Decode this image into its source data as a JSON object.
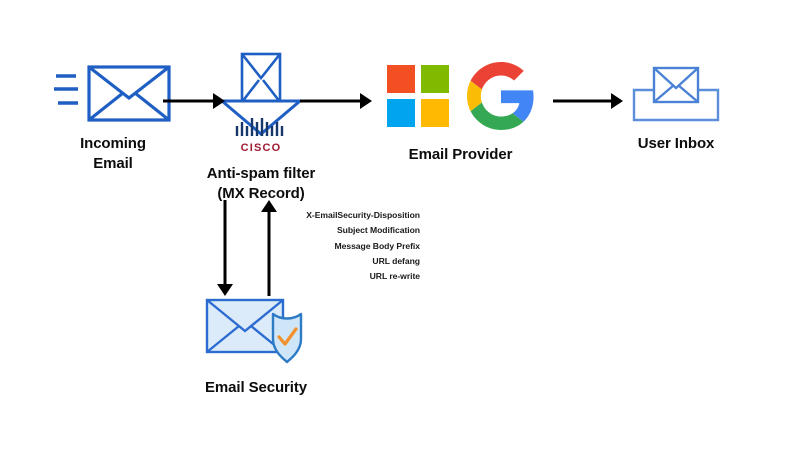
{
  "diagram": {
    "title": "Email security flow with anti-spam filter and email provider",
    "background": "#ffffff",
    "colors": {
      "envelope_blue": "#1F5FC4",
      "inbox_blue": "#5B8FDB",
      "security_envelope_blue": "#2C6CD1",
      "security_envelope_fill": "#DCEBFA",
      "shield_fill": "#CFE6F9",
      "shield_stroke": "#2C7BC4",
      "check_orange": "#F2912B",
      "cisco_bar": "#17376B",
      "cisco_red": "#9E1B32",
      "arrow_black": "#000000",
      "ms_red": "#F25022",
      "ms_green": "#7FBA00",
      "ms_blue": "#00A4EF",
      "ms_yellow": "#FFB900",
      "google_red": "#EA4335",
      "google_yellow": "#FBBC05",
      "google_green": "#34A853",
      "google_blue": "#4285F4"
    }
  },
  "nodes": {
    "incoming_email": {
      "label": "Incoming\nEmail",
      "icon": "incoming-email-envelope-icon"
    },
    "antispam_filter": {
      "label": "Anti-spam filter\n(MX Record)",
      "icon": "cisco-email-filter-icon",
      "brand": "CISCO"
    },
    "email_provider": {
      "label": "Email Provider",
      "icons": [
        "microsoft-logo-icon",
        "google-logo-icon"
      ]
    },
    "user_inbox": {
      "label": "User Inbox",
      "icon": "inbox-tray-envelope-icon"
    },
    "email_security": {
      "label": "Email Security",
      "icon": "email-shield-check-icon"
    }
  },
  "arrows": {
    "incoming_to_filter": {
      "direction": "right"
    },
    "filter_to_provider": {
      "direction": "right"
    },
    "provider_to_inbox": {
      "direction": "right"
    },
    "filter_to_security": {
      "direction": "down"
    },
    "security_to_filter": {
      "direction": "up"
    }
  },
  "modifications": {
    "items": [
      "X-EmailSecurity-Disposition",
      "Subject Modification",
      "Message Body Prefix",
      "URL defang",
      "URL re-write"
    ]
  }
}
